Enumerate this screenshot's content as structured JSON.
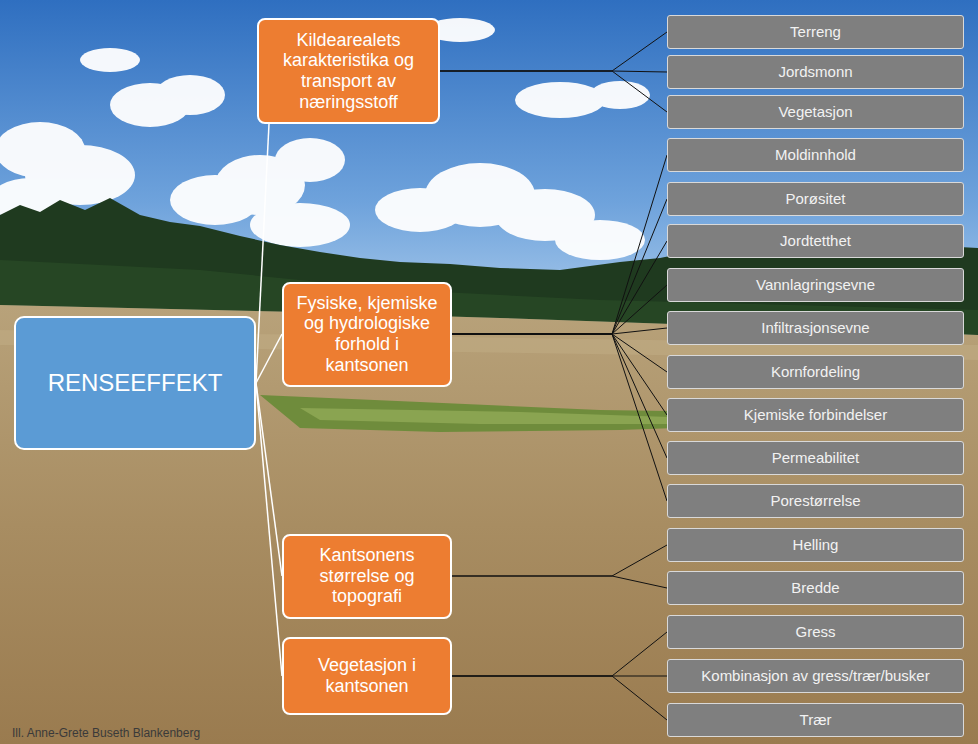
{
  "diagram": {
    "nodes": [
      {
        "text": [
          "RENSEEFFEKT"
        ]
      },
      {
        "text": [
          "Kildearealets karakteristika og transport av næringsstoff"
        ]
      },
      {
        "text": [
          "Fysiske, kjemiske og hydrologiske forhold i kantsonen"
        ]
      },
      {
        "text": [
          "Kantsonens størrelse og topografi"
        ]
      },
      {
        "text": [
          "Vegetasjon i kantsonen"
        ]
      },
      {
        "text": [
          "Terreng"
        ]
      },
      {
        "text": [
          "Jordsmonn"
        ]
      },
      {
        "text": [
          "Vegetasjon"
        ]
      },
      {
        "text": [
          "Moldinnhold"
        ]
      },
      {
        "text": [
          "Porøsitet"
        ]
      },
      {
        "text": [
          "Jordtetthet"
        ]
      },
      {
        "text": [
          "Vannlagringsevne"
        ]
      },
      {
        "text": [
          "Infiltrasjonsevne"
        ]
      },
      {
        "text": [
          "Kornfordeling"
        ]
      },
      {
        "text": [
          "Kjemiske forbindelser"
        ]
      },
      {
        "text": [
          "Permeabilitet"
        ]
      },
      {
        "text": [
          "Porestørrelse"
        ]
      },
      {
        "text": [
          "Helling"
        ]
      },
      {
        "text": [
          "Bredde"
        ]
      },
      {
        "text": [
          "Gress"
        ]
      },
      {
        "text": [
          "Kombinasjon av gress/trær/busker"
        ]
      },
      {
        "text": [
          "Trær"
        ]
      }
    ],
    "edges": [
      {
        "from": 0,
        "to": 1,
        "arrow": "none"
      },
      {
        "from": 0,
        "to": 2,
        "arrow": "none"
      },
      {
        "from": 0,
        "to": 3,
        "arrow": "none"
      },
      {
        "from": 0,
        "to": 4,
        "arrow": "none"
      },
      {
        "from": 1,
        "to": 5,
        "arrow": "none"
      },
      {
        "from": 1,
        "to": 6,
        "arrow": "none"
      },
      {
        "from": 1,
        "to": 7,
        "arrow": "none"
      },
      {
        "from": 2,
        "to": 8,
        "arrow": "none"
      },
      {
        "from": 2,
        "to": 9,
        "arrow": "none"
      },
      {
        "from": 2,
        "to": 10,
        "arrow": "none"
      },
      {
        "from": 2,
        "to": 11,
        "arrow": "none"
      },
      {
        "from": 2,
        "to": 12,
        "arrow": "none"
      },
      {
        "from": 2,
        "to": 13,
        "arrow": "none"
      },
      {
        "from": 2,
        "to": 14,
        "arrow": "none"
      },
      {
        "from": 2,
        "to": 15,
        "arrow": "none"
      },
      {
        "from": 2,
        "to": 16,
        "arrow": "none"
      },
      {
        "from": 3,
        "to": 17,
        "arrow": "none"
      },
      {
        "from": 3,
        "to": 18,
        "arrow": "none"
      },
      {
        "from": 4,
        "to": 19,
        "arrow": "none"
      },
      {
        "from": 4,
        "to": 20,
        "arrow": "none"
      },
      {
        "from": 4,
        "to": 21,
        "arrow": "none"
      }
    ],
    "labels": [
      "Ill. Anne-Grete Buseth Blankenberg"
    ]
  }
}
